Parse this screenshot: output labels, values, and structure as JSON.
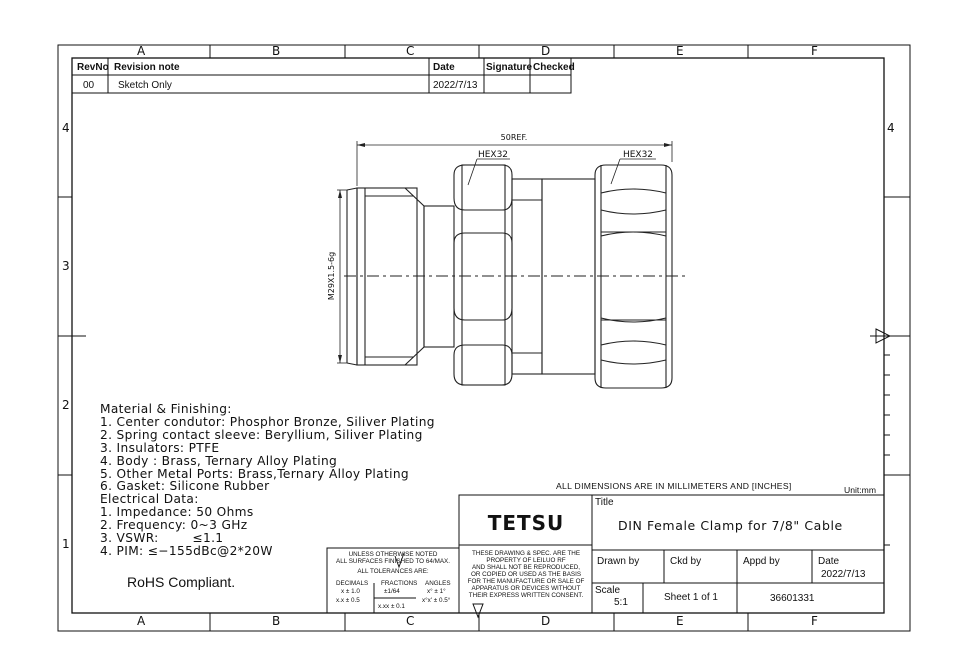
{
  "border": {
    "columns": [
      "A",
      "B",
      "C",
      "D",
      "E",
      "F"
    ],
    "rows": [
      "4",
      "3",
      "2",
      "1"
    ]
  },
  "revision_table": {
    "headers": {
      "rev_no": "RevNo",
      "note": "Revision note",
      "date": "Date",
      "signature": "Signature",
      "checked": "Checked"
    },
    "rows": [
      {
        "rev_no": "00",
        "note": "Sketch Only",
        "date": "2022/7/13",
        "signature": "",
        "checked": ""
      }
    ]
  },
  "drawing": {
    "overall_length": "50REF.",
    "hex_left": "HEX32",
    "hex_right": "HEX32",
    "thread": "M29X1.5-6g"
  },
  "notes": {
    "material_heading": "Material & Finishing:",
    "materials": [
      "1. Center condutor: Phosphor Bronze, Siliver Plating",
      "2. Spring contact sleeve: Beryllium, Siliver Plating",
      "3. Insulators: PTFE",
      "4. Body : Brass, Ternary Alloy Plating",
      "5. Other Metal Ports: Brass,Ternary Alloy Plating",
      "6. Gasket: Silicone Rubber"
    ],
    "electrical_heading": "Electrical Data:",
    "electrical": [
      "1. Impedance: 50 Ohms",
      "2. Frequency: 0~3 GHz",
      "3. VSWR:        ≤1.1",
      "4. PIM:   ≤−155dBc@2*20W"
    ],
    "rohs": "RoHS Compliant."
  },
  "title_block": {
    "dimension_note": "ALL DIMENSIONS ARE IN MILLIMETERS AND [INCHES]",
    "unit": "Unit:mm",
    "company": "TETSU",
    "title_label": "Title",
    "title": "DIN Female Clamp for 7/8\" Cable",
    "tolerance_lines": [
      "UNLESS OTHERWISE NOTED",
      "ALL SURFACES FINISHED TO 64/MAX.",
      "ALL TOLERANCES ARE:"
    ],
    "tolerance_headers": [
      "DECIMALS",
      "FRACTIONS",
      "ANGLES"
    ],
    "tolerance_vals": [
      "x ± 1.0",
      "±1/64",
      "x° ± 1°",
      "x.x ± 0.5",
      "x°x' ± 0.5°",
      "x.xx ± 0.1"
    ],
    "property_notice": [
      "THESE DRAWING & SPEC. ARE THE",
      "PROPERTY OF LEILUO RF",
      "AND SHALL NOT BE REPRODUCED,",
      "OR COPIED OR USED AS THE BASIS",
      "FOR THE MANUFACTURE OR SALE OF",
      "APPARATUS OR DEVICES WITHOUT",
      "THEIR EXPRESS WRITTEN CONSENT."
    ],
    "drawn_by_label": "Drawn by",
    "ckd_by_label": "Ckd by",
    "appd_by_label": "Appd by",
    "date_label": "Date",
    "date_value": "2022/7/13",
    "scale_label": "Scale",
    "scale_value": "5:1",
    "sheet": "Sheet 1 of 1",
    "part_no": "36601331"
  }
}
